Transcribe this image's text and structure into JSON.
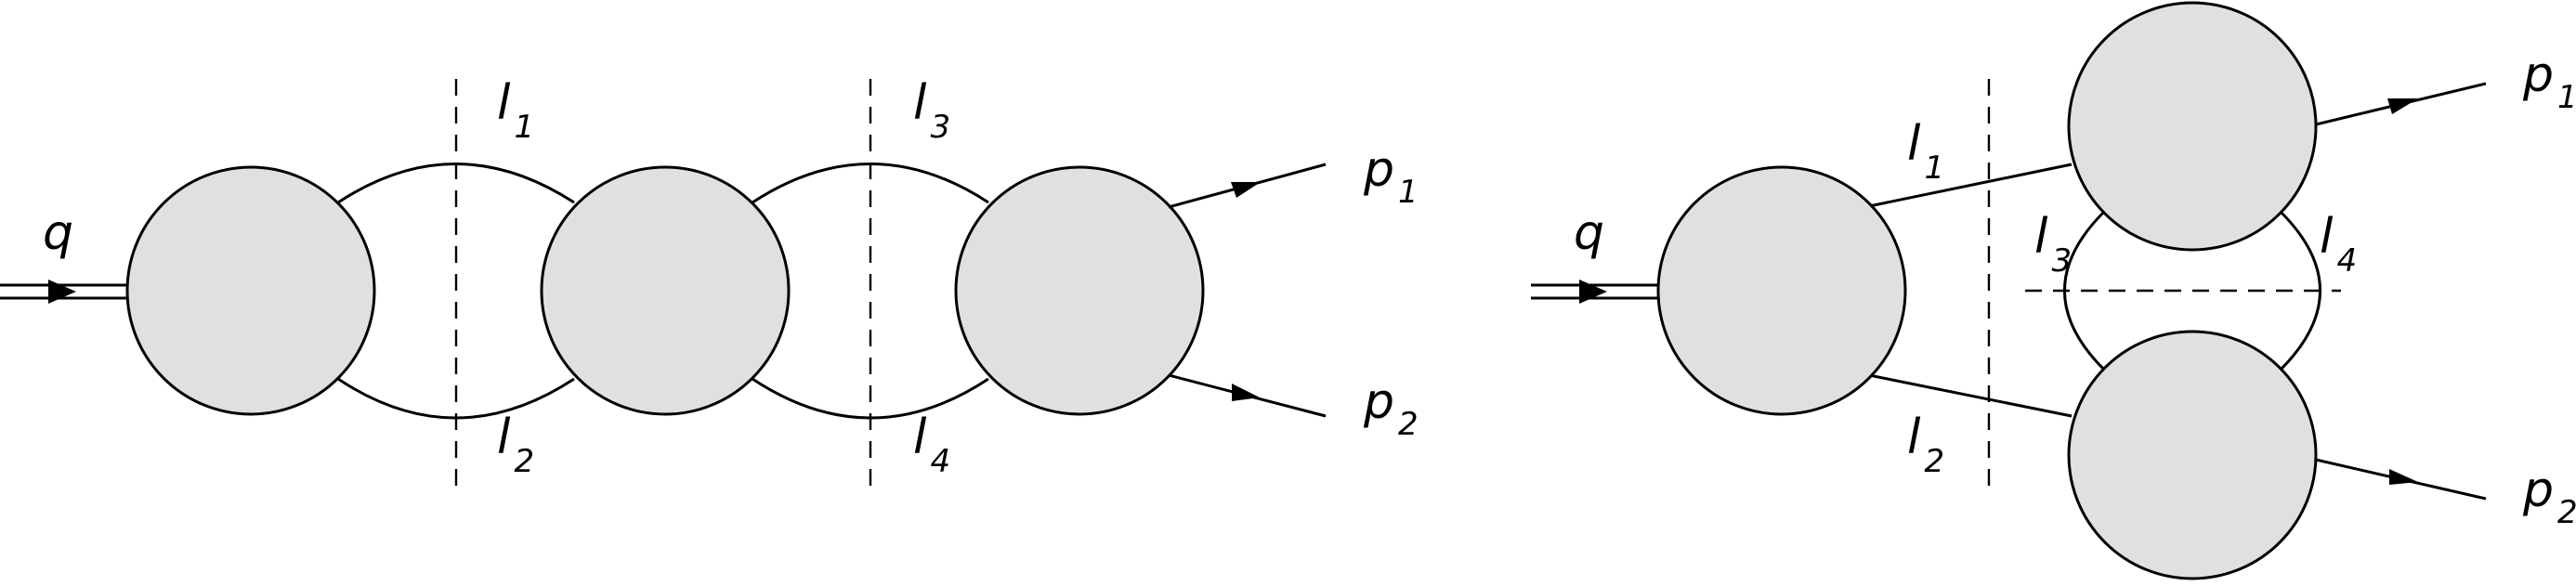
{
  "left_diagram": {
    "incoming": {
      "symbol": "q"
    },
    "cuts": [
      {
        "upper": {
          "base": "l",
          "index": "1"
        },
        "lower": {
          "base": "l",
          "index": "2"
        }
      },
      {
        "upper": {
          "base": "l",
          "index": "3"
        },
        "lower": {
          "base": "l",
          "index": "4"
        }
      }
    ],
    "outgoing": [
      {
        "base": "p",
        "index": "1"
      },
      {
        "base": "p",
        "index": "2"
      }
    ]
  },
  "right_diagram": {
    "incoming": {
      "symbol": "q"
    },
    "lines": [
      {
        "base": "l",
        "index": "1"
      },
      {
        "base": "l",
        "index": "2"
      },
      {
        "base": "l",
        "index": "3"
      },
      {
        "base": "l",
        "index": "4"
      }
    ],
    "outgoing": [
      {
        "base": "p",
        "index": "1"
      },
      {
        "base": "p",
        "index": "2"
      }
    ]
  },
  "colors": {
    "blob_fill": "#e0e0e0",
    "stroke": "#000000"
  }
}
